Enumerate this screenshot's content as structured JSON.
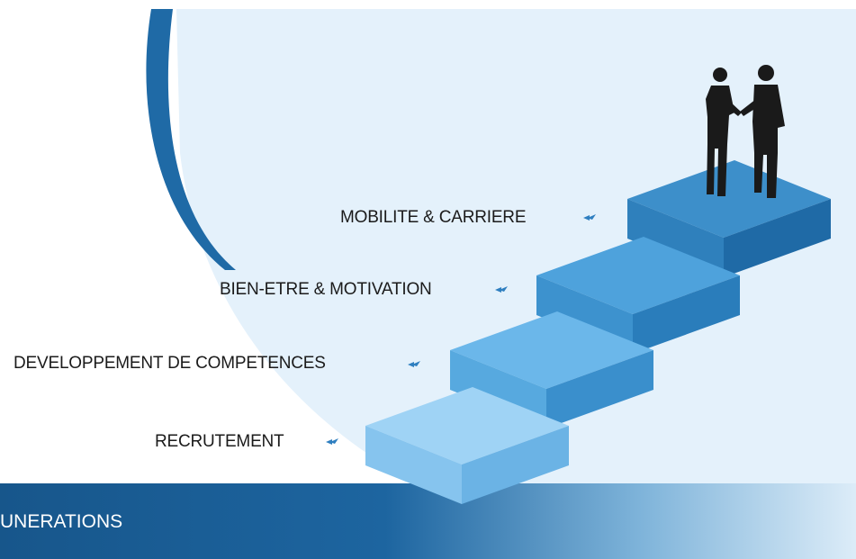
{
  "steps": [
    {
      "label": "RECRUTEMENT"
    },
    {
      "label": "DEVELOPPEMENT DE COMPETENCES"
    },
    {
      "label": "BIEN-ETRE & MOTIVATION"
    },
    {
      "label": "MOBILITE & CARRIERE"
    }
  ],
  "bottom_band": {
    "label": "UNERATIONS"
  },
  "colors": {
    "arc": "#1f6aa6",
    "background_panel": "#e6f2fb",
    "band_dark": "#1a5c91",
    "step_light": "#9fd3f5",
    "step_dark": "#2a78b0",
    "figures": "#1a1a1a"
  },
  "icons": [
    "businessmen-handshake-icon",
    "arrow-marker-icon"
  ]
}
